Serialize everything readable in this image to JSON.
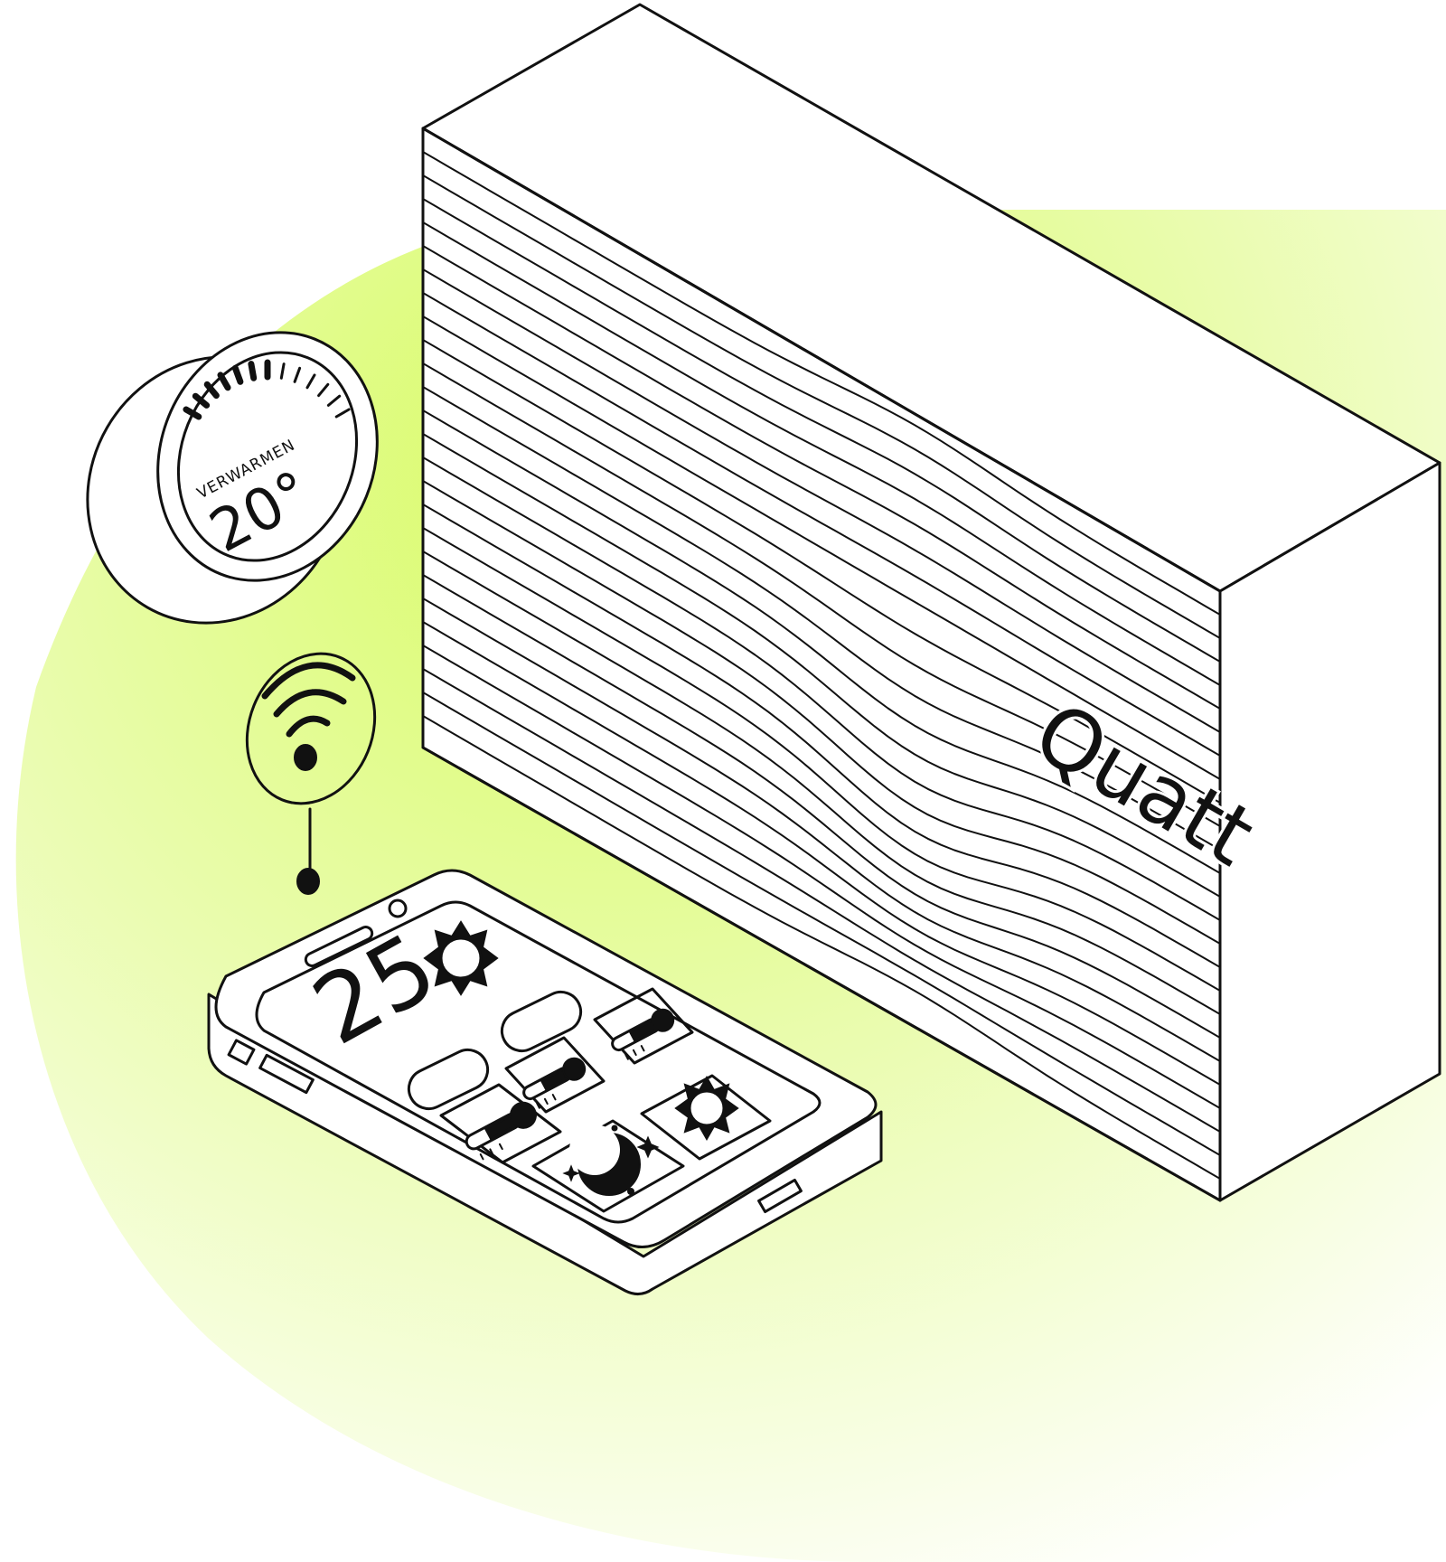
{
  "thermostat": {
    "mode_label": "VERWARMEN",
    "temperature": "20°"
  },
  "heat_pump": {
    "brand": "Quatt"
  },
  "phone": {
    "temperature": "25"
  },
  "colors": {
    "accent_green": "#d8fb63",
    "line": "#111111",
    "background": "#ffffff"
  },
  "icons": [
    "wifi-icon",
    "sun-icon",
    "thermometer-icon",
    "moon-icon"
  ]
}
